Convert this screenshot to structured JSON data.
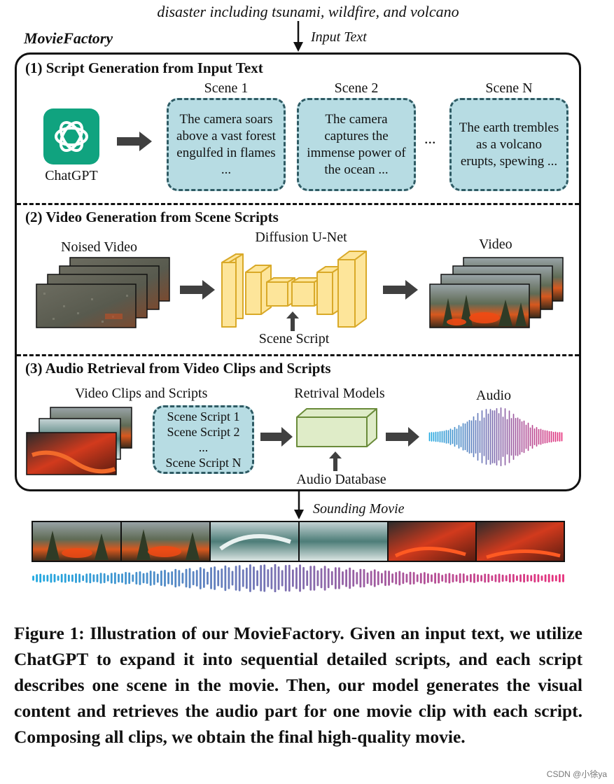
{
  "input_text": "disaster including tsunami, wildfire, and volcano",
  "input_label": "Input Text",
  "system_name": "MovieFactory",
  "section1": {
    "title": "(1) Script Generation from Input Text",
    "chatgpt_label": "ChatGPT",
    "ellipsis": "...",
    "scenes": [
      {
        "header": "Scene 1",
        "text": "The camera soars above a vast forest engulfed in flames ..."
      },
      {
        "header": "Scene 2",
        "text": "The camera captures the immense power of the ocean ..."
      },
      {
        "header": "Scene N",
        "text": "The earth trembles as a volcano erupts, spewing ..."
      }
    ]
  },
  "section2": {
    "title": "(2) Video Generation from Scene Scripts",
    "noised_label": "Noised Video",
    "unet_label": "Diffusion U-Net",
    "script_label": "Scene Script",
    "video_label": "Video"
  },
  "section3": {
    "title": "(3) Audio Retrieval from Video Clips and Scripts",
    "clips_label": "Video Clips and Scripts",
    "scripts": [
      "Scene Script 1",
      "Scene Script 2",
      "...",
      "Scene Script N"
    ],
    "retrieval_label": "Retrival Models",
    "database_label": "Audio Database",
    "audio_label": "Audio"
  },
  "output_label": "Sounding Movie",
  "caption": "Figure 1: Illustration of our MovieFactory. Given an input text, we utilize ChatGPT to expand it into sequential detailed scripts, and each script describes one scene in the movie. Then, our model generates the visual content and retrieves the audio part for one movie clip with each script. Composing all clips, we obtain the final high-quality movie.",
  "watermark": "CSDN @小徐ya",
  "colors": {
    "scene_fill": "#b7dce3",
    "scene_border": "#2f5b64",
    "unet_fill": "#fde59a",
    "unet_border": "#d9a928",
    "retrieval_fill": "#dfecc8",
    "retrieval_border": "#6a8b3a",
    "chatgpt_green": "#10a37f",
    "arrow": "#404040"
  }
}
